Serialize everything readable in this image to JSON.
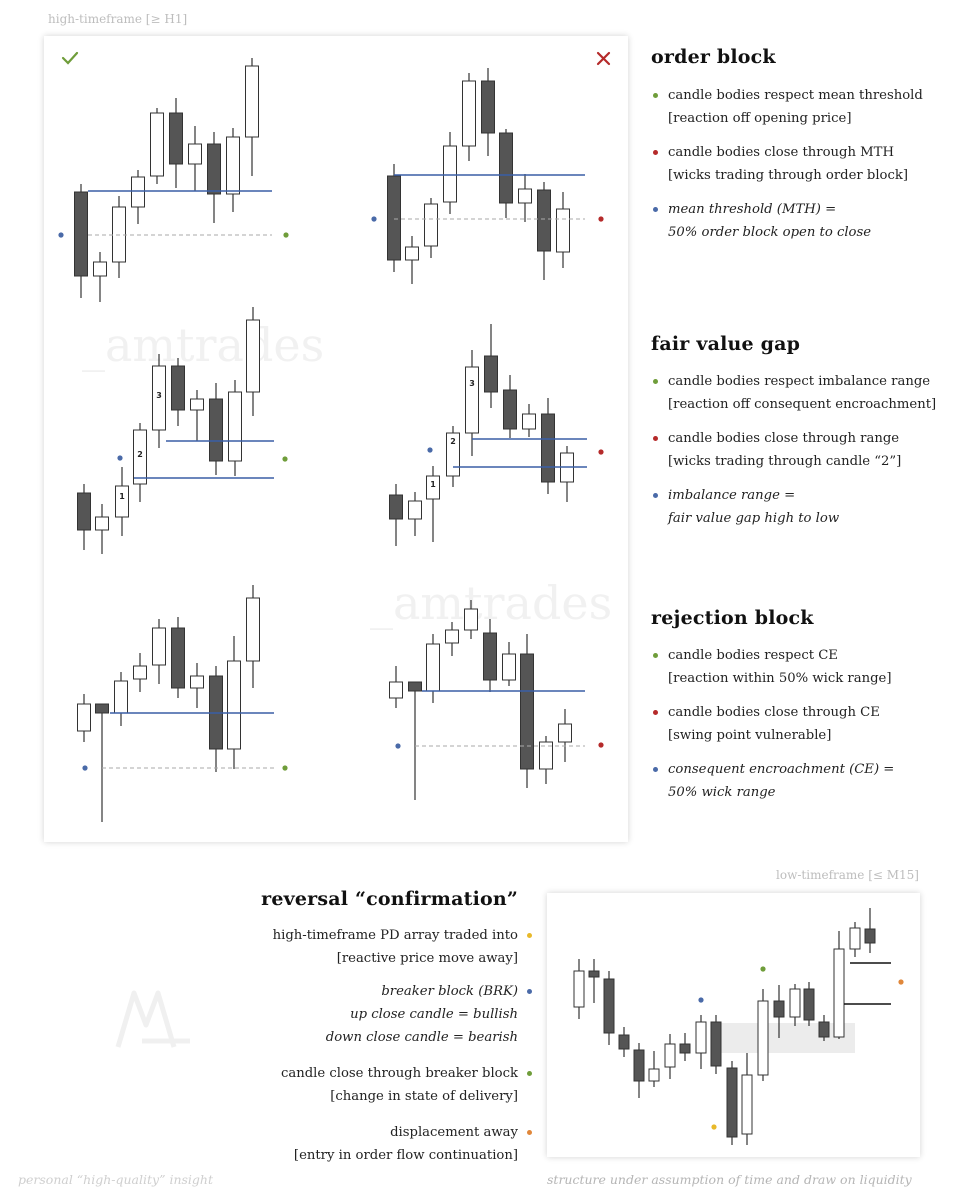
{
  "captions": {
    "htf": "high-timeframe [≥ H1]",
    "ltf": "low-timeframe [≤ M15]",
    "footer_left": "personal “high-quality” insight",
    "footer_right": "structure under assumption of time and draw on liquidity",
    "watermark": "_amtrades"
  },
  "colors": {
    "green": "#6f9d3a",
    "red": "#b52a2a",
    "blue": "#4a6aa8",
    "yellow": "#e8b92a",
    "orange": "#e0873a",
    "bear": "#555555",
    "level": "#3a5ea6"
  },
  "icons": {
    "valid": "check-icon",
    "invalid": "cross-icon"
  },
  "sections": [
    {
      "title": "order block",
      "items": [
        {
          "dot": "green",
          "lines": [
            "candle bodies respect mean threshold",
            "[reaction off opening price]"
          ],
          "italic": false
        },
        {
          "dot": "red",
          "lines": [
            "candle bodies close through MTH",
            "[wicks trading through order block]"
          ],
          "italic": false
        },
        {
          "dot": "blue",
          "lines": [
            "mean threshold (MTH) =",
            "50% order block open to close"
          ],
          "italic": true
        }
      ]
    },
    {
      "title": "fair value gap",
      "items": [
        {
          "dot": "green",
          "lines": [
            "candle bodies respect imbalance range",
            "[reaction off consequent encroachment]"
          ],
          "italic": false
        },
        {
          "dot": "red",
          "lines": [
            "candle bodies close through range",
            "[wicks trading through candle “2”]"
          ],
          "italic": false
        },
        {
          "dot": "blue",
          "lines": [
            "imbalance range =",
            "fair value gap high to low"
          ],
          "italic": true
        }
      ]
    },
    {
      "title": "rejection block",
      "items": [
        {
          "dot": "green",
          "lines": [
            "candle bodies respect CE",
            "[reaction within 50% wick range]"
          ],
          "italic": false
        },
        {
          "dot": "red",
          "lines": [
            "candle bodies close through CE",
            "[swing point vulnerable]"
          ],
          "italic": false
        },
        {
          "dot": "blue",
          "lines": [
            "consequent encroachment (CE) =",
            "50% wick range"
          ],
          "italic": true
        }
      ]
    }
  ],
  "reversal": {
    "title": "reversal “confirmation”",
    "items": [
      {
        "dot": "yellow",
        "lines": [
          "high-timeframe PD array traded into",
          "[reactive price move away]"
        ],
        "italic": false
      },
      {
        "dot": "blue",
        "lines": [
          "breaker block (BRK)",
          "up close candle = bullish",
          "down close candle = bearish"
        ],
        "italic": true
      },
      {
        "dot": "green",
        "lines": [
          "candle close through breaker block",
          "[change in state of delivery]"
        ],
        "italic": false
      },
      {
        "dot": "orange",
        "lines": [
          "displacement away",
          "[entry in order flow continuation]"
        ],
        "italic": false
      }
    ]
  },
  "fvg_labels": [
    "1",
    "2",
    "3"
  ]
}
